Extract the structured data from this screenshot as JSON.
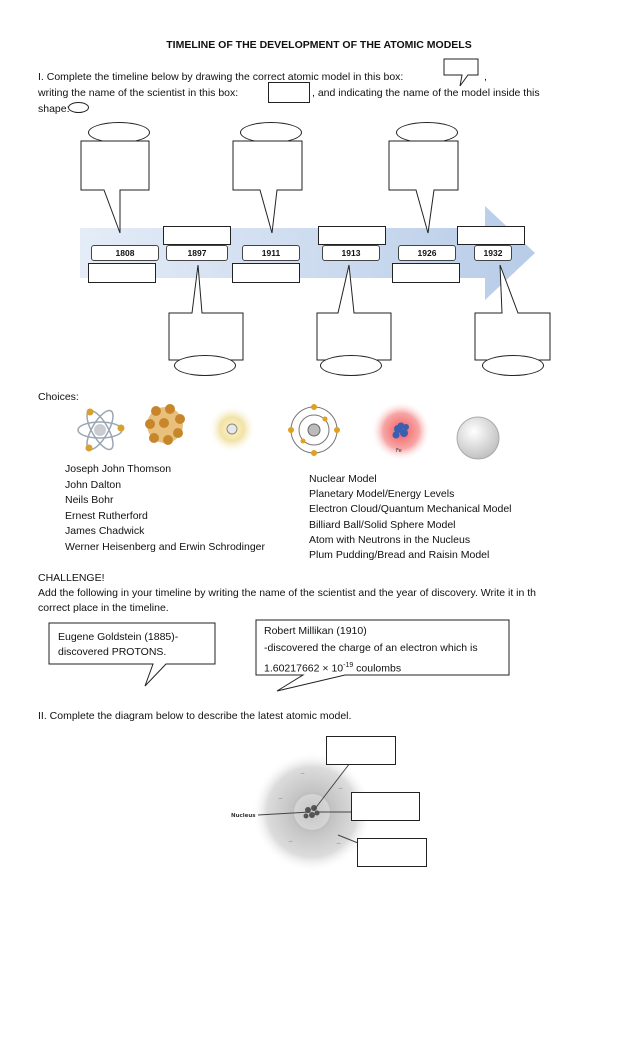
{
  "title": "TIMELINE OF THE DEVELOPMENT OF THE ATOMIC MODELS",
  "part1": {
    "line1a": "I. Complete the timeline below by drawing the correct  atomic model in this box:",
    "line1b": ",",
    "line2a": "writing  the  name of the scientist in this box:",
    "line2b": ", and indicating the name of the model  inside this",
    "line3": "shape:"
  },
  "timeline": {
    "years": [
      "1808",
      "1897",
      "1911",
      "1913",
      "1926",
      "1932"
    ],
    "arrow_color": "#c6d6ec"
  },
  "choices_label": "Choices:",
  "scientists": [
    "Joseph John Thomson",
    "John  Dalton",
    "Neils Bohr",
    "Ernest Rutherford",
    "James Chadwick",
    "Werner Heisenberg and Erwin Schrodinger"
  ],
  "models": [
    "Nuclear Model",
    "Planetary Model/Energy  Levels",
    "Electron Cloud/Quantum  Mechanical Model",
    "Billiard Ball/Solid Sphere Model",
    "Atom with Neutrons  in the Nucleus",
    "Plum Pudding/Bread and Raisin Model"
  ],
  "challenge": {
    "heading": "CHALLENGE!",
    "line1": "Add the following in your timeline by writing the name of the scientist and the year of discovery. Write it in th",
    "line2": "correct place in the timeline.",
    "bubble1": [
      "Eugene Goldstein (1885)-",
      "discovered PROTONS."
    ],
    "bubble2_line1": "Robert  Millikan (1910)",
    "bubble2_line2": "-discovered the charge of an electron which is",
    "bubble2_line3_pre": "1.60217662 × 10",
    "bubble2_line3_exp": "-19",
    "bubble2_line3_post": " coulombs"
  },
  "part2": {
    "instruction": "II. Complete the diagram below to describe the latest atomic model.",
    "nucleus_label": "Nucleus"
  },
  "image_labels": {
    "atom5_label": "Fe"
  }
}
